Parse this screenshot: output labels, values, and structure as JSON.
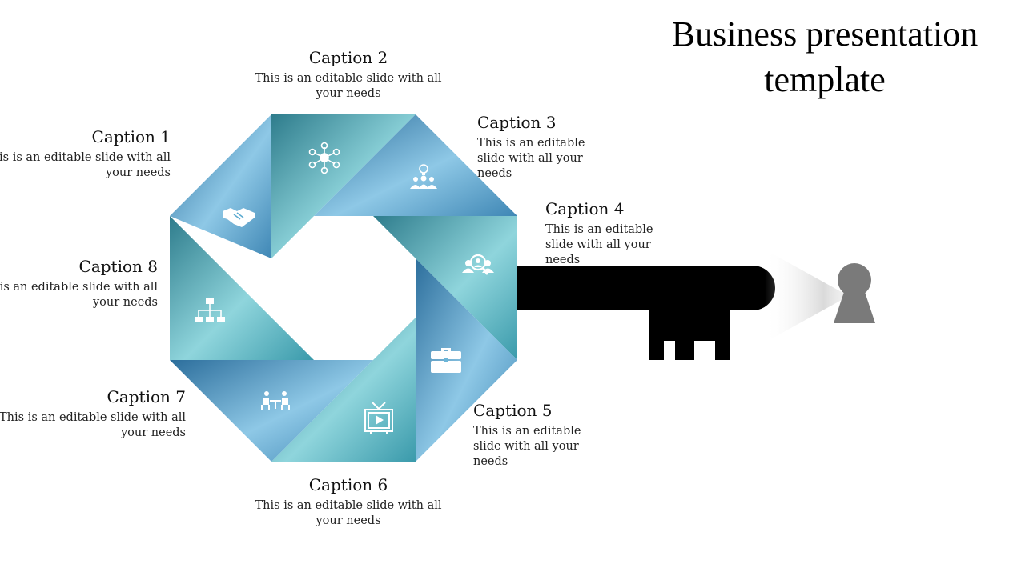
{
  "title": "Business presentation template",
  "captions": [
    {
      "title": "Caption 1",
      "body": "This is an editable slide with all your needs"
    },
    {
      "title": "Caption 2",
      "body": "This is an editable slide with all your needs"
    },
    {
      "title": "Caption 3",
      "body": "This is an editable slide with all your needs"
    },
    {
      "title": "Caption 4",
      "body": "This is an editable slide with all your needs"
    },
    {
      "title": "Caption 5",
      "body": "This is an editable slide with all your needs"
    },
    {
      "title": "Caption 6",
      "body": "This is an editable slide with all your needs"
    },
    {
      "title": "Caption 7",
      "body": "This is an editable slide with all your needs"
    },
    {
      "title": "Caption 8",
      "body": "This is an editable slide with all your needs"
    }
  ],
  "icons": [
    "handshake-icon",
    "network-icon",
    "team-idea-icon",
    "user-search-icon",
    "briefcase-icon",
    "tv-play-icon",
    "meeting-icon",
    "org-chart-icon"
  ],
  "colors": {
    "teal_dark": "#2f7f92",
    "teal_light": "#8fd4dc",
    "blue_dark": "#2a6f9a",
    "blue_light": "#8cc6e4",
    "key": "#000000",
    "keyhole": "#7a7a7a"
  }
}
